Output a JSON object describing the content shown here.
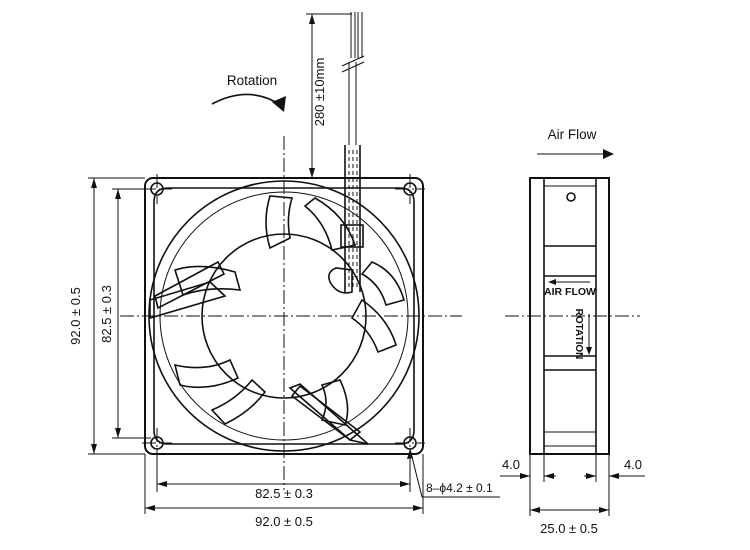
{
  "labels": {
    "rotation": "Rotation",
    "air_flow": "Air Flow",
    "cable_length": "280 ±10mm",
    "outer_height": "92.0 ± 0.5",
    "hole_pitch_v": "82.5 ± 0.3",
    "hole_pitch_h": "82.5 ± 0.3",
    "outer_width": "92.0 ± 0.5",
    "hole_spec": "8–ϕ4.2 ± 0.1",
    "flange_left": "4.0",
    "flange_right": "4.0",
    "depth": "25.0 ± 0.5",
    "label_air_flow": "AIR FLOW",
    "label_rotation": "ROTATION"
  },
  "colors": {
    "ink": "#111111",
    "paper": "#ffffff"
  }
}
